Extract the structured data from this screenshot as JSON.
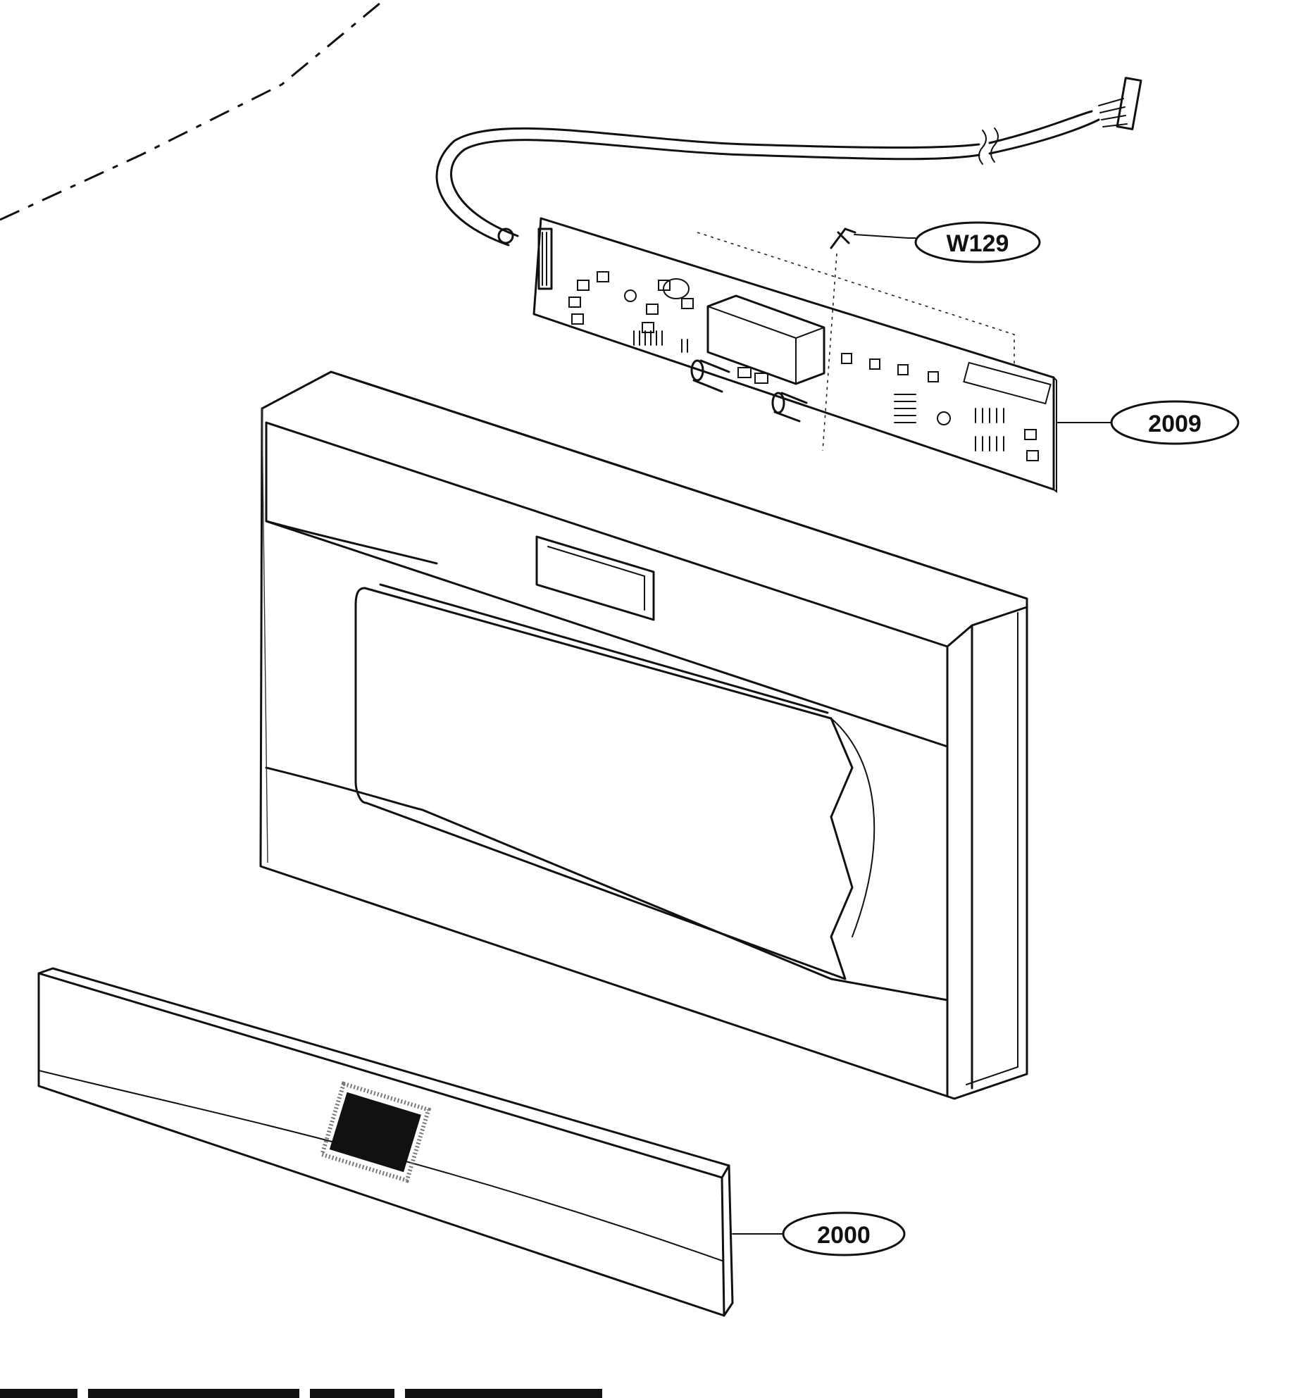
{
  "callouts": [
    {
      "id": "w129",
      "label": "W129"
    },
    {
      "id": "2009",
      "label": "2009"
    },
    {
      "id": "2000",
      "label": "2000"
    }
  ]
}
